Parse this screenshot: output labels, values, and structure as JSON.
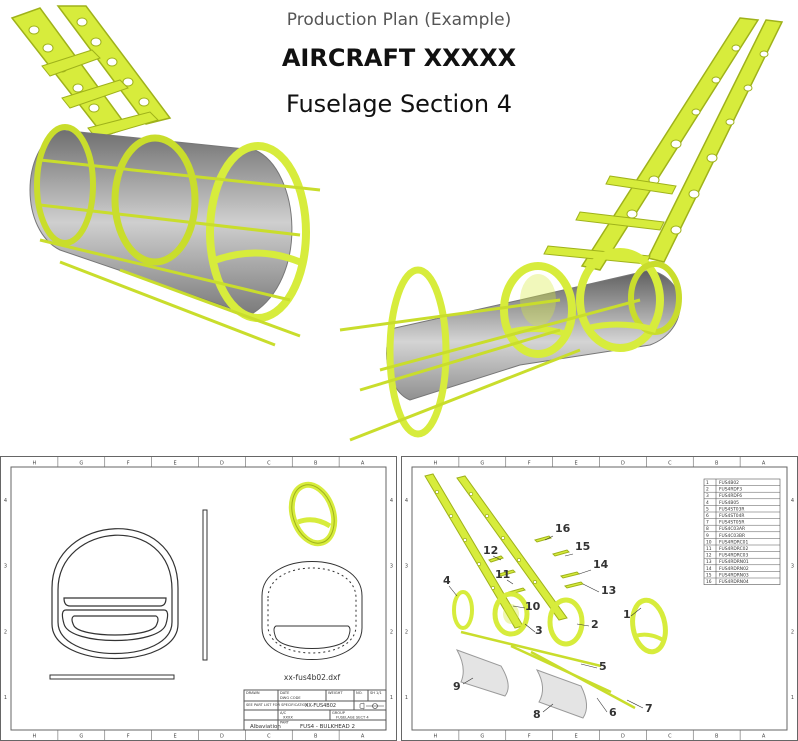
{
  "header": {
    "subtitle": "Production Plan (Example)",
    "title": "AIRCRAFT XXXXX",
    "section": "Fuselage Section 4"
  },
  "colors": {
    "structure": "#d7ec3c",
    "structure_dark": "#9fb21a",
    "skin": "#8d8d8d",
    "frame_line": "#888888"
  },
  "drawing_left": {
    "col_labels": [
      "H",
      "G",
      "F",
      "E",
      "D",
      "C",
      "B",
      "A"
    ],
    "row_labels": [
      "4",
      "3",
      "2",
      "1"
    ],
    "view_caption": "xx-fus4b02.dxf",
    "title_block": {
      "drawn_label": "DRAWN",
      "date_label": "DATE",
      "weight_label": "WEIGHT",
      "no_label": "NO.",
      "sh_label": "SH",
      "sh_value": "1/1",
      "dwg_code_label": "DWG CODE",
      "dwg_code": "XX-FUS4B02",
      "spec_note": "SEE PART LIST FOR SPECIFICATION",
      "a_c_label": "A/C",
      "a_c_value": "XXXX",
      "group_label": "GROUP",
      "group_value": "FUSELAGE SECT 4",
      "company": "Albaviation",
      "part_label": "PART",
      "part_name": "FUS4 - BULKHEAD 2"
    }
  },
  "drawing_right": {
    "col_labels": [
      "H",
      "G",
      "F",
      "E",
      "D",
      "C",
      "B",
      "A"
    ],
    "row_labels": [
      "4",
      "3",
      "2",
      "1"
    ],
    "parts_list": [
      {
        "no": "1",
        "code": "FUS4B02"
      },
      {
        "no": "2",
        "code": "FUS4RDF3"
      },
      {
        "no": "3",
        "code": "FUS4RDF6"
      },
      {
        "no": "4",
        "code": "FUS4B05"
      },
      {
        "no": "5",
        "code": "FUS4ST03R"
      },
      {
        "no": "6",
        "code": "FUS4ST04R"
      },
      {
        "no": "7",
        "code": "FUS4ST05R"
      },
      {
        "no": "8",
        "code": "FUS4C03AR"
      },
      {
        "no": "9",
        "code": "FUS4C03BR"
      },
      {
        "no": "10",
        "code": "FUS4RDRC01"
      },
      {
        "no": "11",
        "code": "FUS4RDRC02"
      },
      {
        "no": "12",
        "code": "FUS4RDRC03"
      },
      {
        "no": "13",
        "code": "FUS4RDRN01"
      },
      {
        "no": "14",
        "code": "FUS4RDRN02"
      },
      {
        "no": "15",
        "code": "FUS4RDRN03"
      },
      {
        "no": "16",
        "code": "FUS4RDRN04"
      }
    ],
    "callouts": [
      "16",
      "15",
      "12",
      "14",
      "11",
      "13",
      "4",
      "10",
      "1",
      "3",
      "2",
      "5",
      "9",
      "8",
      "6",
      "7"
    ]
  }
}
